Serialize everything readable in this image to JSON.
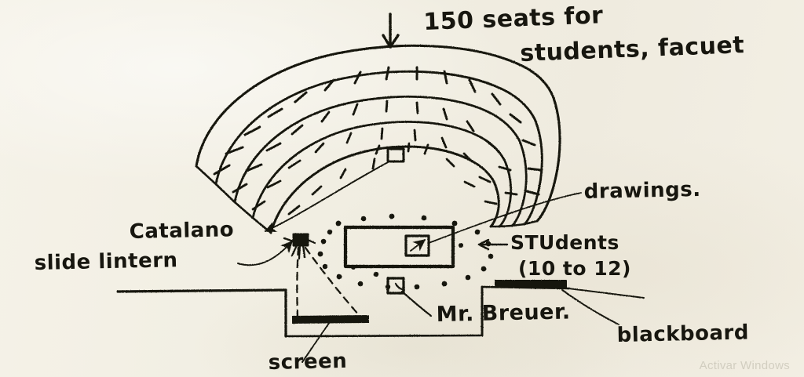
{
  "document": {
    "kind": "hand-drawn-architectural-sketch",
    "subject": "lecture hall / amphitheater seating plan with projection setup",
    "paper_color": "#f3f0e5",
    "ink_color": "#17160f"
  },
  "annotations": {
    "seats_line1": "150 seats for",
    "seats_line2": "students, facuet",
    "catalano": "Catalano",
    "slide_lintern": "slide lintern",
    "drawings": "drawings.",
    "students": "STUdents",
    "students_count": "(10 to 12)",
    "students_arrow": "←",
    "mr_breuer": "Mr. Breuer.",
    "blackboard": "blackboard",
    "screen": "screen"
  },
  "figure": {
    "amphitheater": {
      "label": "curved tiered seating, 4 concentric rows",
      "rows": 4,
      "tick_marks_per_row": [
        14,
        12,
        10,
        9
      ],
      "center_box_label": "Catalano position marker"
    },
    "table": {
      "label": "rectangular drawing table",
      "inner_box_label": "drawings"
    },
    "student_dots": {
      "label": "dots arranged in ellipse around table",
      "count": 22
    },
    "projector": {
      "label": "slide lantern on stand, beam shown as dashed lines"
    },
    "screen": {
      "label": "projection screen shown as thick black bar"
    },
    "blackboard": {
      "label": "blackboard shown as thick black bar on raised step"
    },
    "breuer_marker": {
      "label": "small square marking Mr. Breuer position"
    },
    "top_arrow": {
      "label": "downward arrow pointing to outer seating row"
    }
  },
  "watermark": {
    "text": "Activar Windows"
  }
}
